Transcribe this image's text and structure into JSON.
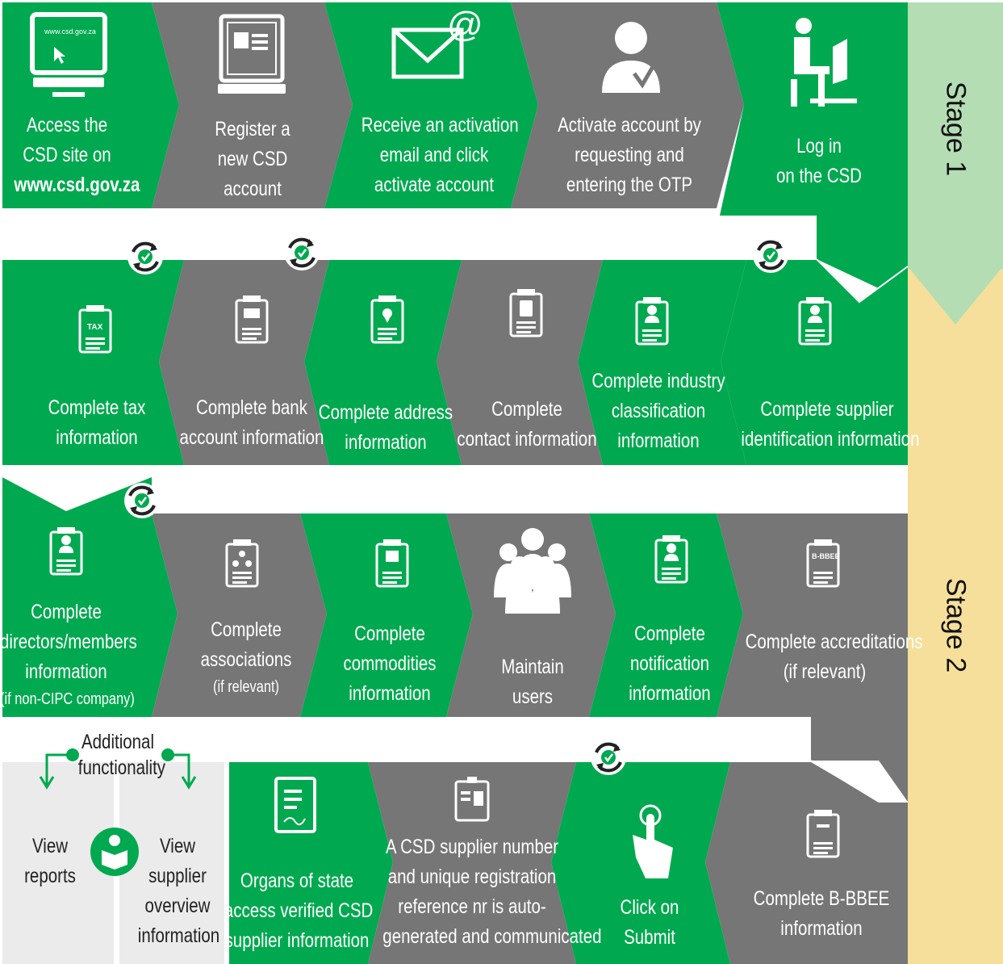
{
  "colors": {
    "green": "#00a94f",
    "gray": "#767676",
    "stage1": "#b4ddb4",
    "stage2": "#f6df9b",
    "light": "#ebebeb"
  },
  "stages": {
    "stage1": "Stage 1",
    "stage2": "Stage 2"
  },
  "row1": {
    "s1": [
      "Access the",
      "CSD site on",
      "www.csd.gov.za"
    ],
    "s2": [
      "Register a",
      "new CSD",
      "account"
    ],
    "s3": [
      "Receive an activation",
      "email and click",
      "activate account"
    ],
    "s4": [
      "Activate account by",
      "requesting and",
      "entering the OTP"
    ],
    "s5": [
      "Log in",
      "on the CSD"
    ]
  },
  "row2": {
    "s1": [
      "Complete tax",
      "information"
    ],
    "s2": [
      "Complete bank",
      "account  information"
    ],
    "s3": [
      "Complete address",
      "information"
    ],
    "s4": [
      "Complete",
      "contact information"
    ],
    "s5": [
      "Complete industry",
      "classification",
      "information"
    ],
    "s6": [
      "Complete supplier",
      "identification information"
    ]
  },
  "row3": {
    "s1": [
      "Complete",
      "directors/members",
      "information",
      "(if non-CIPC company)"
    ],
    "s2": [
      "Complete",
      "associations",
      "(if relevant)"
    ],
    "s3": [
      "Complete",
      "commodities",
      "information"
    ],
    "s4": [
      "Maintain",
      "users"
    ],
    "s5": [
      "Complete",
      "notification",
      "information"
    ],
    "s6": [
      "Complete accreditations",
      "(if relevant)"
    ]
  },
  "row4": {
    "additional": [
      "Additional",
      "functionality"
    ],
    "view_reports": [
      "View",
      "reports"
    ],
    "view_supplier": [
      "View",
      "supplier",
      "overview",
      "information"
    ],
    "s1": [
      "Organs of state",
      "access verified CSD",
      "supplier information"
    ],
    "s2": [
      "A CSD supplier number",
      "and unique registration",
      "reference nr is auto-",
      "generated and communicated"
    ],
    "s3": [
      "Click on",
      "Submit"
    ],
    "s4": [
      "Complete B-BBEE",
      "information"
    ]
  },
  "icon_text": {
    "monitor_url": "www.csd.gov.za",
    "tax": "TAX",
    "bbbee": "B-BBEE"
  },
  "icons": [
    "computer-icon",
    "register-form-icon",
    "email-icon",
    "otp-user-icon",
    "login-laptop-icon",
    "tax-doc-icon",
    "bank-doc-icon",
    "address-doc-icon",
    "contact-doc-icon",
    "industry-doc-icon",
    "supplier-id-doc-icon",
    "directors-doc-icon",
    "associations-doc-icon",
    "commodities-doc-icon",
    "users-group-icon",
    "notification-doc-icon",
    "bbbee-doc-icon",
    "accreditation-doc-icon",
    "signature-doc-icon",
    "id-badge-icon",
    "tap-finger-icon",
    "reader-icon",
    "refresh-check-icon"
  ]
}
